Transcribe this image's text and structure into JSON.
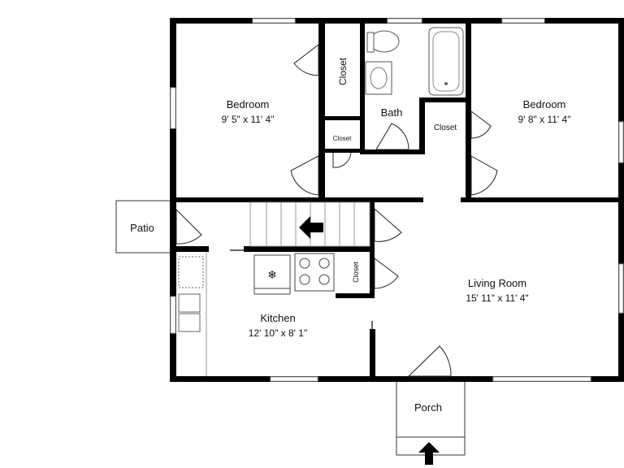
{
  "rooms": {
    "bedroom_left": {
      "name": "Bedroom",
      "size": "9' 5\" x 11' 4\""
    },
    "bedroom_right": {
      "name": "Bedroom",
      "size": "9' 8\" x 11' 4\""
    },
    "bath": {
      "name": "Bath"
    },
    "closet_main": {
      "name": "Closet"
    },
    "closet_small_left": {
      "name": "Closet"
    },
    "closet_bath": {
      "name": "Closet"
    },
    "closet_stairs": {
      "name": "Closet"
    },
    "patio": {
      "name": "Patio"
    },
    "kitchen": {
      "name": "Kitchen",
      "size": "12' 10\" x 8' 1\""
    },
    "living_room": {
      "name": "Living Room",
      "size": "15' 11\" x 11' 4\""
    },
    "porch": {
      "name": "Porch"
    }
  },
  "icons": [
    "stairs-arrow-icon",
    "entry-arrow-icon",
    "stove-icon",
    "bathtub-icon",
    "sink-icon",
    "toilet-icon"
  ],
  "colors": {
    "wall": "#000000",
    "line": "#222222",
    "background": "#ffffff"
  }
}
